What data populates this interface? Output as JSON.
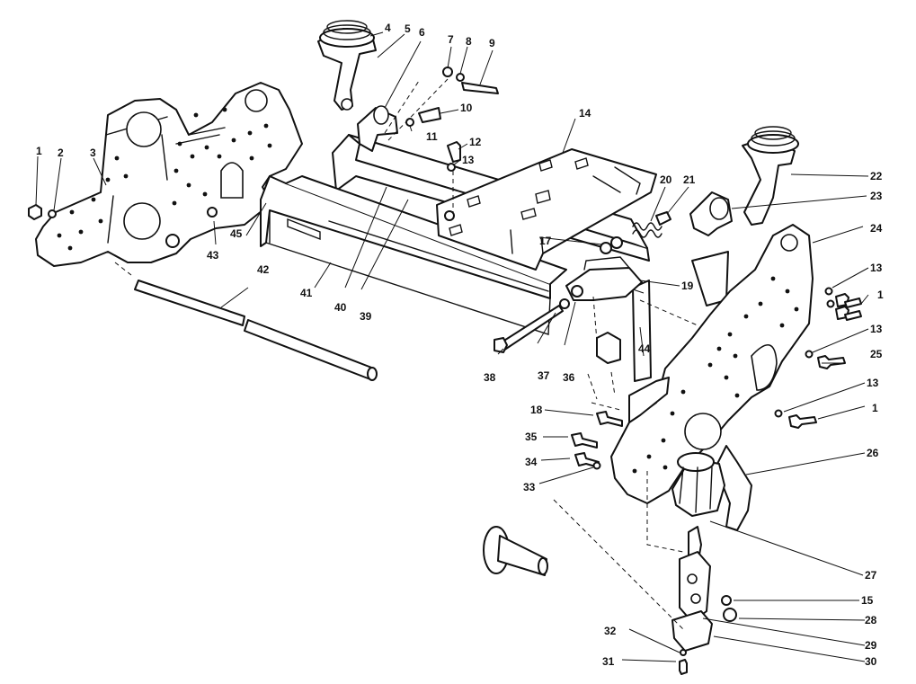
{
  "callouts": {
    "c1a": "1",
    "c2": "2",
    "c3": "3",
    "c4": "4",
    "c5": "5",
    "c6": "6",
    "c7": "7",
    "c8": "8",
    "c9": "9",
    "c10": "10",
    "c11": "11",
    "c12": "12",
    "c13a": "13",
    "c14": "14",
    "c20": "20",
    "c21": "21",
    "c22": "22",
    "c23": "23",
    "c24": "24",
    "c13b": "13",
    "c1b": "1",
    "c13c": "13",
    "c25": "25",
    "c13d": "13",
    "c1c": "1",
    "c26": "26",
    "c27": "27",
    "c15": "15",
    "c28": "28",
    "c29": "29",
    "c30": "30",
    "c31": "31",
    "c32": "32",
    "c33": "33",
    "c34": "34",
    "c35": "35",
    "c18": "18",
    "c38": "38",
    "c37": "37",
    "c36": "36",
    "c44": "44",
    "c19": "19",
    "c17": "17",
    "c39": "39",
    "c40": "40",
    "c41": "41",
    "c42": "42",
    "c43": "43",
    "c45": "45"
  }
}
